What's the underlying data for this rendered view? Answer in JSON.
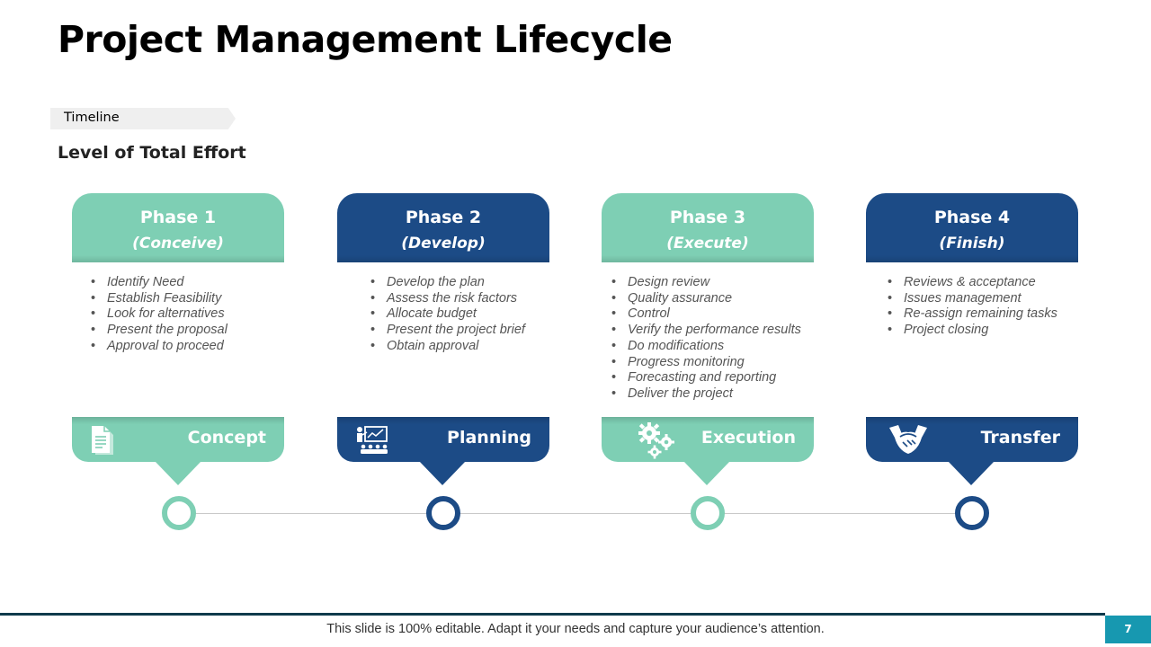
{
  "title": "Project Management Lifecycle",
  "timeline_label": "Timeline",
  "subtitle": "Level of Total Effort",
  "colors": {
    "teal": "#7ecfb4",
    "navy": "#1c4b86",
    "footer_accent": "#1798b0"
  },
  "phases": [
    {
      "name": "Phase 1",
      "sub": "(Conceive)",
      "color": "teal",
      "label": "Concept",
      "icon": "document-icon",
      "bullets": [
        "Identify Need",
        "Establish Feasibility",
        "Look for alternatives",
        "Present the proposal",
        "Approval to proceed"
      ]
    },
    {
      "name": "Phase 2",
      "sub": "(Develop)",
      "color": "navy",
      "label": "Planning",
      "icon": "presentation-icon",
      "bullets": [
        "Develop the plan",
        "Assess the risk factors",
        "Allocate budget",
        "Present the project brief",
        "Obtain approval"
      ]
    },
    {
      "name": "Phase 3",
      "sub": "(Execute)",
      "color": "teal",
      "label": "Execution",
      "icon": "gears-icon",
      "bullets": [
        "Design review",
        "Quality assurance",
        "Control",
        "Verify the performance results",
        "Do modifications",
        "Progress monitoring",
        "Forecasting and reporting",
        "Deliver the project"
      ]
    },
    {
      "name": "Phase 4",
      "sub": "(Finish)",
      "color": "navy",
      "label": "Transfer",
      "icon": "handshake-icon",
      "bullets": [
        "Reviews & acceptance",
        "Issues management",
        "Re-assign remaining tasks",
        "Project closing"
      ]
    }
  ],
  "footer": {
    "text": "This slide is 100% editable. Adapt it your needs and capture your audience’s attention.",
    "page_number": "7"
  }
}
